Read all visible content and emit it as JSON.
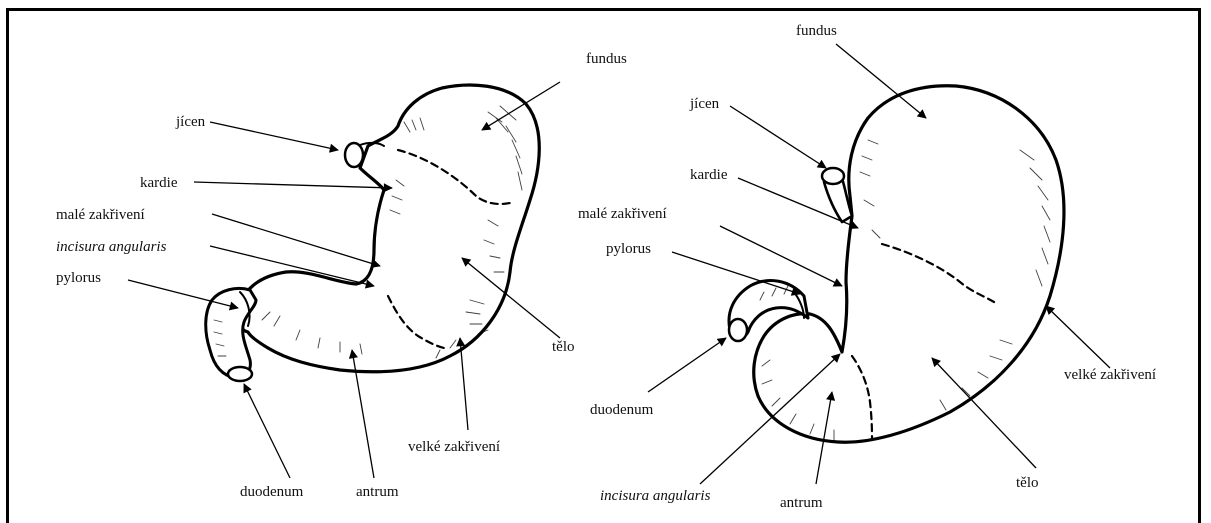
{
  "left_diagram": {
    "labels": {
      "fundus": "fundus",
      "jicen": "jícen",
      "kardie": "kardie",
      "male_zakriveni": "malé zakřivení",
      "incisura": "incisura angularis",
      "pylorus": "pylorus",
      "telo": "tělo",
      "velke_zakriveni": "velké zakřivení",
      "duodenum": "duodenum",
      "antrum": "antrum"
    }
  },
  "right_diagram": {
    "labels": {
      "fundus": "fundus",
      "jicen": "jícen",
      "kardie": "kardie",
      "male_zakriveni": "malé zakřivení",
      "pylorus": "pylorus",
      "duodenum": "duodenum",
      "velke_zakriveni": "velké zakřivení",
      "telo": "tělo",
      "incisura": "incisura angularis",
      "antrum": "antrum"
    }
  }
}
